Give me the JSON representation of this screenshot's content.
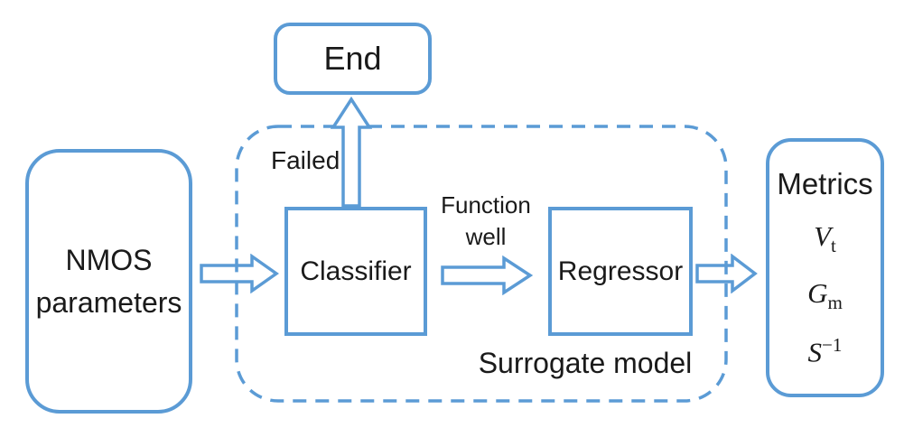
{
  "colors": {
    "accent": "#5B9BD5",
    "text": "#1a1a1a",
    "background": "#ffffff"
  },
  "diagram": {
    "nodes": {
      "nmos": {
        "label": "NMOS parameters"
      },
      "end": {
        "label": "End"
      },
      "classifier": {
        "label": "Classifier"
      },
      "regressor": {
        "label": "Regressor"
      },
      "metrics": {
        "title": "Metrics",
        "items": [
          {
            "base": "V",
            "sub": "t"
          },
          {
            "base": "G",
            "sub": "m"
          },
          {
            "base": "S",
            "sup": "−1"
          }
        ]
      }
    },
    "container": {
      "label": "Surrogate model"
    },
    "edges": {
      "failed_label": "Failed",
      "function_well_label": "Function well"
    }
  }
}
